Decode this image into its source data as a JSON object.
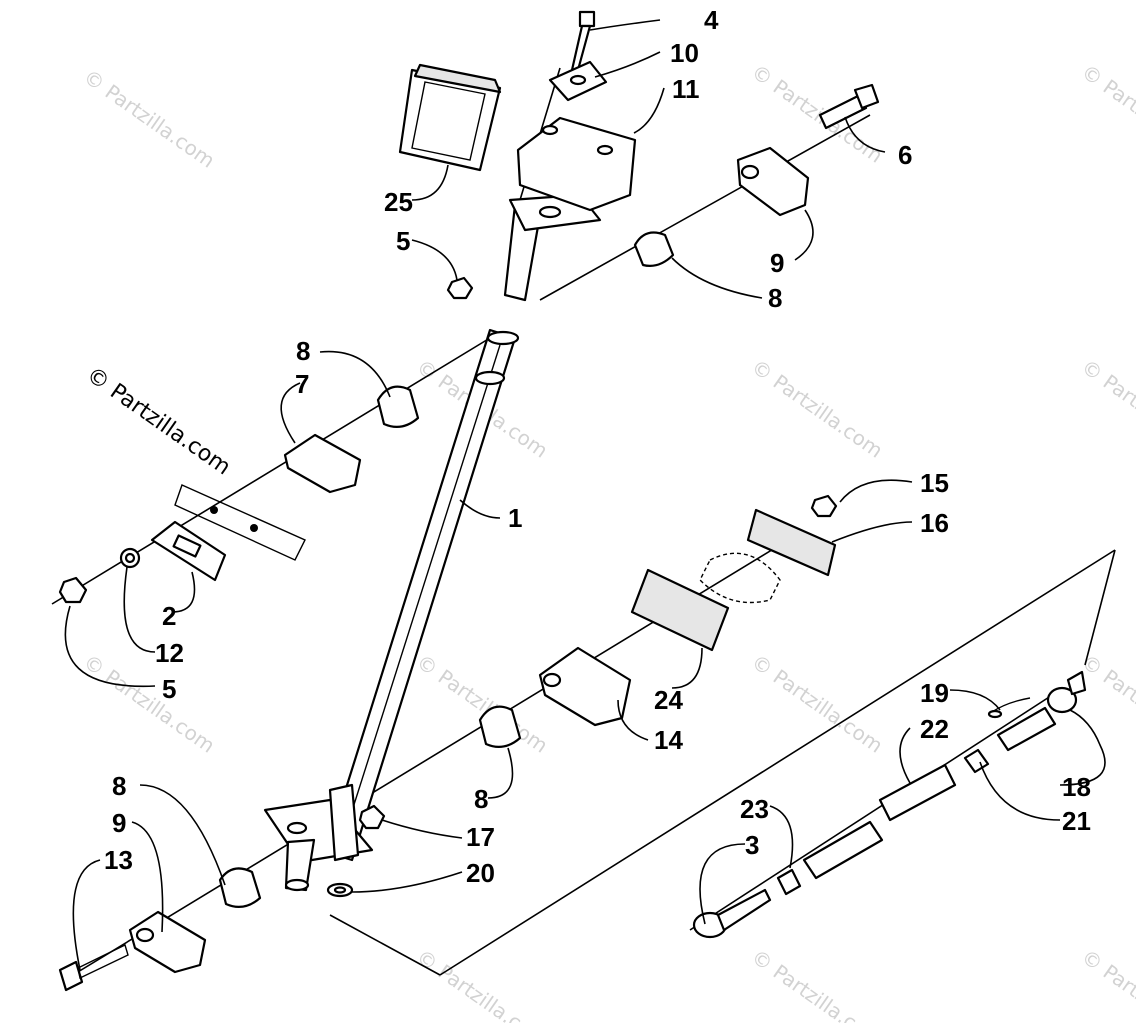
{
  "watermark": {
    "main": "© Partzilla.com",
    "tile": "© Partzilla.com"
  },
  "callouts": {
    "c1": "1",
    "c2": "2",
    "c3": "3",
    "c4": "4",
    "c5a": "5",
    "c5b": "5",
    "c6": "6",
    "c7": "7",
    "c8a": "8",
    "c8b": "8",
    "c8c": "8",
    "c8d": "8",
    "c9a": "9",
    "c9b": "9",
    "c10": "10",
    "c11": "11",
    "c12": "12",
    "c13": "13",
    "c14": "14",
    "c15": "15",
    "c16": "16",
    "c17": "17",
    "c18": "18",
    "c19": "19",
    "c20": "20",
    "c21": "21",
    "c22": "22",
    "c23": "23",
    "c24": "24",
    "c25": "25"
  }
}
